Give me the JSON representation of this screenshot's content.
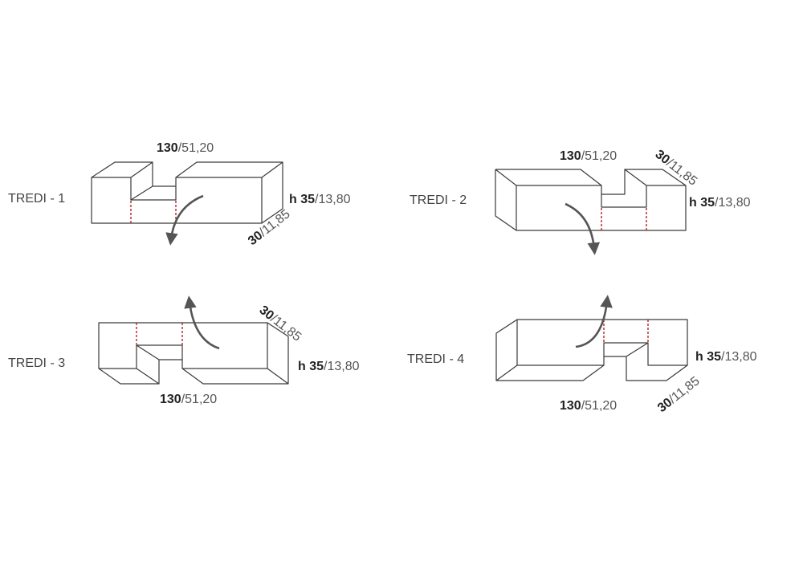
{
  "configurations": [
    {
      "label": "TREDI - 1",
      "width": {
        "cm": "130",
        "in": "/51,20"
      },
      "height": {
        "prefix": "h ",
        "cm": "35",
        "in": "/13,80"
      },
      "depth": {
        "cm": "30",
        "in": "/11,85"
      }
    },
    {
      "label": "TREDI - 2",
      "width": {
        "cm": "130",
        "in": "/51,20"
      },
      "height": {
        "prefix": "h ",
        "cm": "35",
        "in": "/13,80"
      },
      "depth": {
        "cm": "30",
        "in": "/11,85"
      }
    },
    {
      "label": "TREDI - 3",
      "width": {
        "cm": "130",
        "in": "/51,20"
      },
      "height": {
        "prefix": "h ",
        "cm": "35",
        "in": "/13,80"
      },
      "depth": {
        "cm": "30",
        "in": "/11,85"
      }
    },
    {
      "label": "TREDI - 4",
      "width": {
        "cm": "130",
        "in": "/51,20"
      },
      "height": {
        "prefix": "h ",
        "cm": "35",
        "in": "/13,80"
      },
      "depth": {
        "cm": "30",
        "in": "/11,85"
      }
    }
  ],
  "colors": {
    "fold_line": "#b3262a",
    "arrow": "#555555",
    "outline": "#3a3a3a"
  }
}
